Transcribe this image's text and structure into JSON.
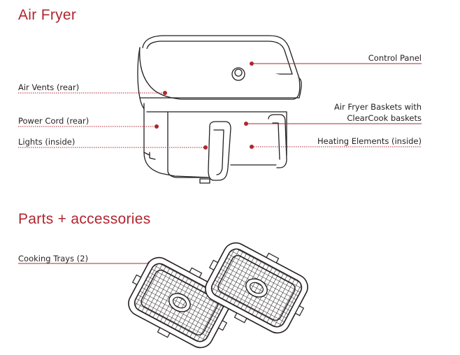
{
  "section_product": {
    "title": "Air Fryer",
    "callouts": {
      "control_panel": "Control Panel",
      "air_vents": "Air Vents (rear)",
      "baskets_line1": "Air Fryer Baskets with",
      "baskets_line2": "ClearCook baskets",
      "power_cord": "Power Cord (rear)",
      "lights": "Lights (inside)",
      "heating_elements": "Heating Elements (inside)"
    }
  },
  "section_parts": {
    "title": "Parts + accessories",
    "callouts": {
      "cooking_trays": "Cooking Trays (2)"
    }
  },
  "colors": {
    "accent": "#b0252f",
    "line_art": "#231f20"
  }
}
